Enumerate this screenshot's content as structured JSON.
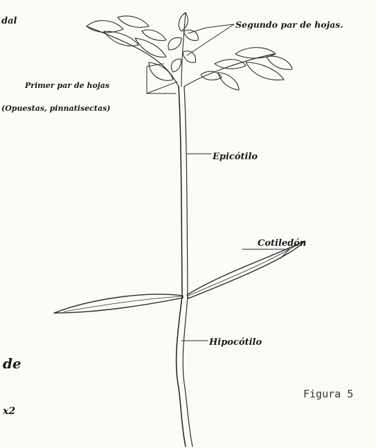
{
  "figure_label": "Figura 5",
  "labels": {
    "top_left_fragment": "dal",
    "second_pair": "Segundo par de hojas.",
    "first_pair_line1": "Primer par de hojas",
    "first_pair_line2": "(Opuestas, pinnatisectas)",
    "epicotyl": "Epicótilo",
    "cotyledon": "Cotiledón",
    "hypocotyl": "Hipocótilo",
    "left_fragment_de": "de",
    "left_fragment_scale": "x2"
  },
  "colors": {
    "paper": "#fbfbf8",
    "ink": "#2a2a2a"
  }
}
